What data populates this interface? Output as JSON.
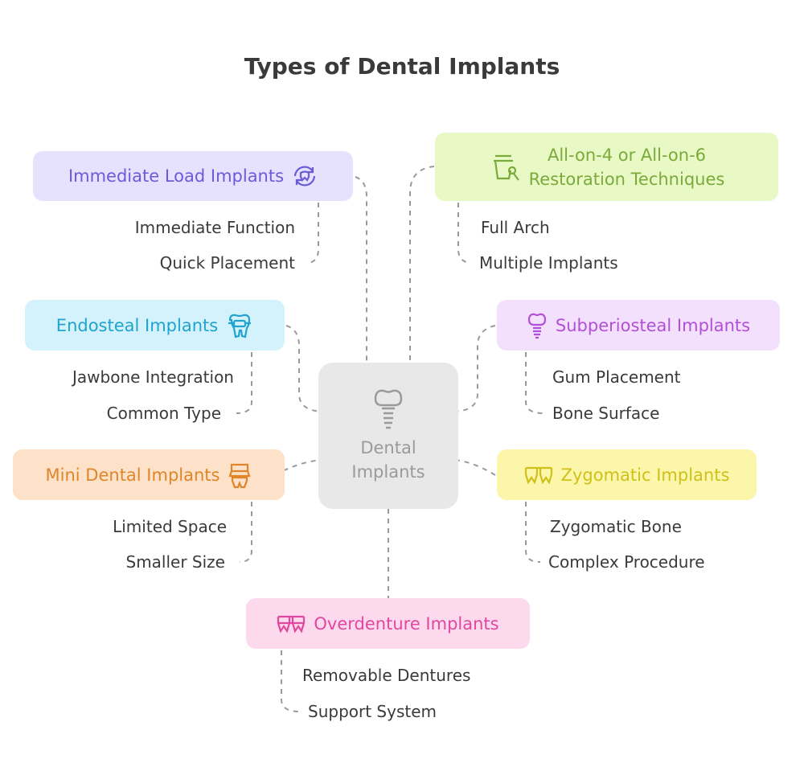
{
  "title": "Types of Dental Implants",
  "center": {
    "line1": "Dental",
    "line2": "Implants",
    "icon": "dental-implant-icon"
  },
  "branches": {
    "immediate": {
      "label": "Immediate Load Implants",
      "icon": "tooth-rotate-icon",
      "color": "#6b5bd6",
      "bg": "#e6e1fc",
      "leaves": [
        "Immediate Function",
        "Quick Placement"
      ]
    },
    "allon": {
      "line1": "All-on-4 or All-on-6",
      "line2": "Restoration Techniques",
      "icon": "crown-tool-icon",
      "color": "#7aaa3a",
      "bg": "#e9f9c6",
      "leaves": [
        "Full Arch",
        "Multiple Implants"
      ]
    },
    "endosteal": {
      "label": "Endosteal Implants",
      "icon": "tooth-braces-icon",
      "color": "#1fa3cf",
      "bg": "#d4f2fb",
      "leaves": [
        "Jawbone Integration",
        "Common Type"
      ]
    },
    "subperiosteal": {
      "label": "Subperiosteal Implants",
      "icon": "implant-screw-icon",
      "color": "#b24fd8",
      "bg": "#f3e0fc",
      "leaves": [
        "Gum Placement",
        "Bone Surface"
      ]
    },
    "mini": {
      "label": "Mini Dental Implants",
      "icon": "mini-tooth-icon",
      "color": "#e0862a",
      "bg": "#fde1c8",
      "leaves": [
        "Limited Space",
        "Smaller Size"
      ]
    },
    "zygomatic": {
      "label": "Zygomatic Implants",
      "icon": "teeth-row-icon",
      "color": "#cfc01a",
      "bg": "#fcf6aa",
      "leaves": [
        "Zygomatic Bone",
        "Complex Procedure"
      ]
    },
    "overdenture": {
      "label": "Overdenture Implants",
      "icon": "dentures-icon",
      "color": "#e0489f",
      "bg": "#fdd9ee",
      "leaves": [
        "Removable Dentures",
        "Support System"
      ]
    }
  }
}
